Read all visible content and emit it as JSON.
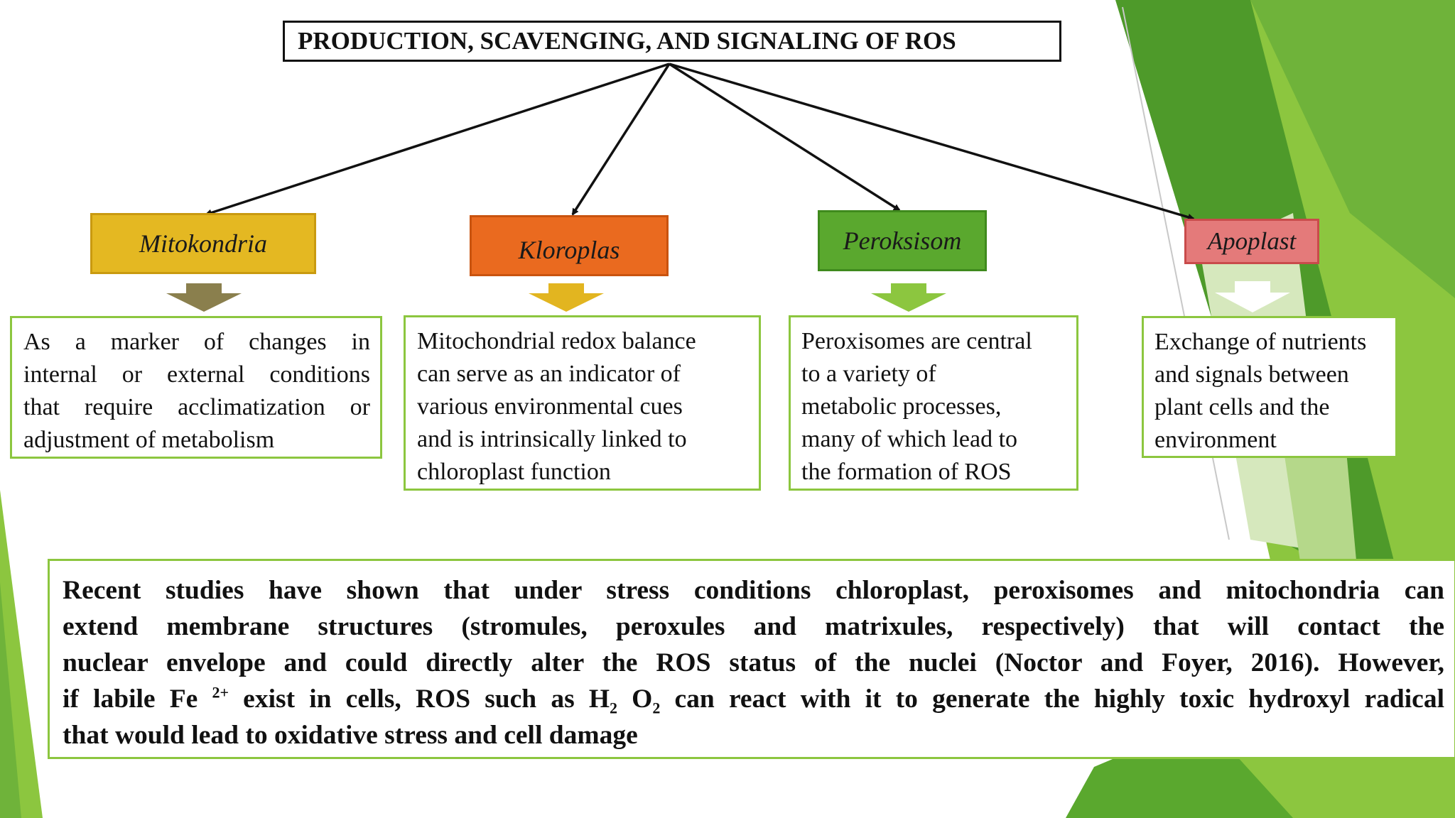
{
  "title": "PRODUCTION, SCAVENGING, AND SIGNALING OF ROS",
  "organelles": [
    {
      "label": "Mitokondria",
      "fill": "#e4b822",
      "border": "#c99a10",
      "arrow_color": "#8a7f4d",
      "description": [
        "As a marker of changes in",
        "internal or external conditions",
        "that require acclimatization or",
        "adjustment of metabolism"
      ]
    },
    {
      "label": "Kloroplas",
      "fill": "#ea6a1f",
      "border": "#c9530f",
      "arrow_color": "#e2b520",
      "description": [
        "Mitochondrial redox balance",
        "can serve as an indicator of",
        "various environmental cues",
        "and is intrinsically linked to",
        "chloroplast function"
      ]
    },
    {
      "label": "Peroksisom",
      "fill": "#5aa82e",
      "border": "#3f8a1d",
      "arrow_color": "#8cc63f",
      "description": [
        "Peroxisomes are central",
        "to a variety of",
        "metabolic processes,",
        "many of which lead to",
        "the formation of ROS"
      ]
    },
    {
      "label": "Apoplast",
      "fill": "#e47a7a",
      "border": "#c94b4b",
      "arrow_color": "#ffffff",
      "description": [
        "Exchange of nutrients",
        "and signals between",
        "plant cells and the",
        "environment"
      ]
    }
  ],
  "summary": {
    "line1": "Recent studies have shown that under stress conditions chloroplast, peroxisomes and mitochondria can",
    "line2": "extend membrane structures (stromules, peroxules and matrixules, respectively) that will contact the",
    "line3": "nuclear envelope and could directly alter the ROS status of the nuclei (Noctor and Foyer, 2016). However,",
    "line4_a": "if labile Fe ",
    "line4_sup": "2+",
    "line4_b": " exist in cells, ROS such as H",
    "line4_sub1": "2",
    "line4_c": " O",
    "line4_sub2": "2",
    "line4_d": " can react with it to generate the highly toxic hydroxyl radical",
    "line5": "that would lead to oxidative stress and cell damage"
  },
  "colors": {
    "accent_green": "#8cc63f",
    "dark_green": "#3f8a1d",
    "light_green": "#b5d88a"
  }
}
